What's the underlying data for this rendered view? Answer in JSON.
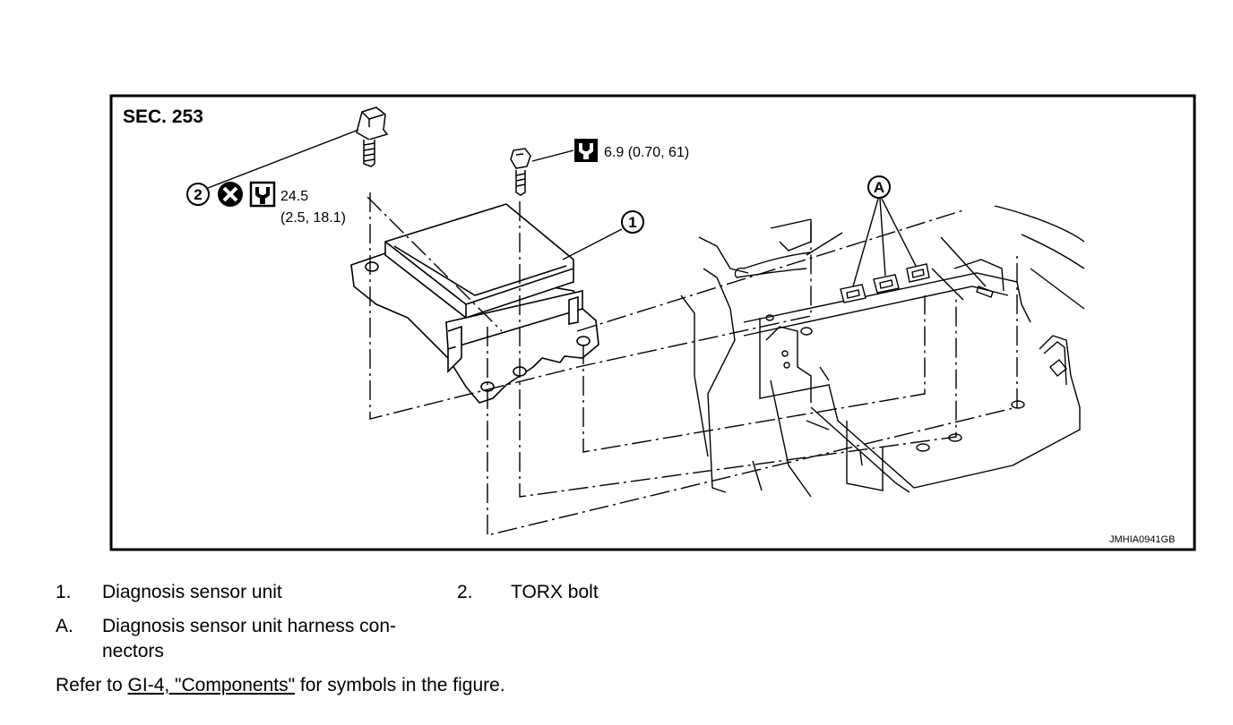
{
  "figure": {
    "section": "SEC. 253",
    "code": "JMHIA0941GB",
    "callouts": {
      "unit": "1",
      "bolt": "2",
      "connectors": "A"
    },
    "torque_bolt_top": "24.5",
    "torque_bolt_bottom": "(2.5, 18.1)",
    "torque_screw": "6.9 (0.70, 61)"
  },
  "legend": {
    "items": [
      {
        "num": "1.",
        "text": "Diagnosis sensor unit"
      },
      {
        "num": "2.",
        "text": "TORX bolt"
      },
      {
        "num": "A.",
        "text_line1": "Diagnosis sensor unit harness con-",
        "text_line2": "nectors"
      }
    ],
    "refer_prefix": "Refer to ",
    "refer_link": "GI-4, \"Components\"",
    "refer_suffix": " for symbols in the figure."
  }
}
